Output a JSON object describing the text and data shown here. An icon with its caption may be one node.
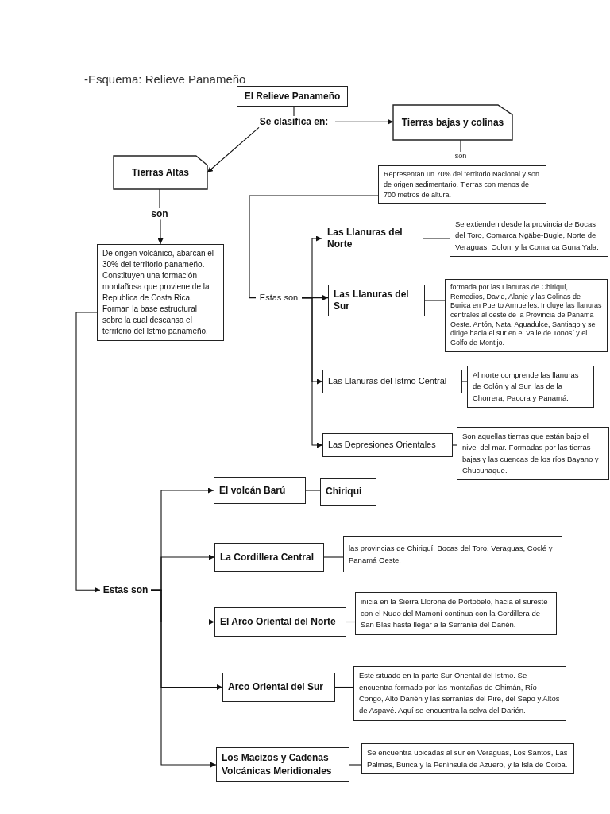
{
  "diagram": {
    "title": "-Esquema: Relieve Panameño",
    "nodes": [
      {
        "text": [
          "El Relieve Panameño"
        ]
      },
      {
        "text": [
          "Se clasifica en:"
        ]
      },
      {
        "text": [
          "Tierras bajas y colinas"
        ]
      },
      {
        "text": [
          "son"
        ]
      },
      {
        "text": [
          "Representan un 70% del territorio Nacional y son de origen sedimentario. Tierras con menos de 700 metros de altura."
        ]
      },
      {
        "text": [
          "Tierras Altas"
        ]
      },
      {
        "text": [
          "son"
        ]
      },
      {
        "text": [
          "De origen volcánico, abarcan el 30% del territorio panameño. Constituyen una formación montañosa que proviene de la Republica de Costa Rica. Forman la base estructural sobre la cual descansa el territorio del Istmo panameño."
        ]
      },
      {
        "text": [
          "Estas son"
        ]
      },
      {
        "text": [
          "Las Llanuras del Norte"
        ]
      },
      {
        "text": [
          "Se extienden desde la provincia de Bocas del Toro, Comarca Ngäbe-Bugle, Norte de Veraguas, Colon, y la Comarca Guna Yala."
        ]
      },
      {
        "text": [
          "Las Llanuras del Sur"
        ]
      },
      {
        "text": [
          "formada por las Llanuras de Chiriquí, Remedios, David, Alanje y las Colinas de Burica en Puerto Armuelles. Incluye las llanuras centrales al oeste de la Provincia de Panama Oeste. Antón, Nata, Aguadulce, Santiago y se dirige hacia el sur en el Valle de Tonosí y el Golfo de Montijo."
        ]
      },
      {
        "text": [
          "Las Llanuras del Istmo Central"
        ]
      },
      {
        "text": [
          "Al norte comprende las llanuras de Colón y al Sur, las de la Chorrera, Pacora y Panamá."
        ]
      },
      {
        "text": [
          "Las Depresiones Orientales"
        ]
      },
      {
        "text": [
          "Son aquellas tierras que están bajo el nivel del mar. Formadas por las tierras bajas y las cuencas de los ríos Bayano y Chucunaque."
        ]
      },
      {
        "text": [
          "Estas son"
        ]
      },
      {
        "text": [
          "El volcán Barú"
        ]
      },
      {
        "text": [
          "Chiriqui"
        ]
      },
      {
        "text": [
          "La Cordillera Central"
        ]
      },
      {
        "text": [
          "las provincias de Chiriquí, Bocas del Toro, Veraguas, Coclé y Panamá Oeste."
        ]
      },
      {
        "text": [
          "El Arco Oriental del Norte"
        ]
      },
      {
        "text": [
          "inicia en la Sierra Llorona de Portobelo, hacia el sureste con el Nudo del Mamoní continua con la Cordillera de San Blas hasta llegar a la Serranía del Darién."
        ]
      },
      {
        "text": [
          "Arco Oriental del Sur"
        ]
      },
      {
        "text": [
          "Este situado en la parte Sur Oriental del Istmo. Se encuentra formado por las montañas de Chimán, Río Congo, Alto Darién y las serranías del Pire, del Sapo y Altos de Aspavé. Aquí se encuentra la selva del Darién."
        ]
      },
      {
        "text": [
          "Los Macizos y Cadenas Volcánicas Meridionales"
        ]
      },
      {
        "text": [
          "Se encuentra ubicadas al sur en Veraguas, Los Santos, Las Palmas, Burica y la Península de Azuero, y la Isla de Coiba."
        ]
      }
    ],
    "edges": [
      {
        "from": 0,
        "to": 1,
        "arrow": "none"
      },
      {
        "from": 1,
        "to": 2,
        "arrow": "to"
      },
      {
        "from": 1,
        "to": 5,
        "arrow": "to"
      },
      {
        "from": 2,
        "to": 3,
        "arrow": "none"
      },
      {
        "from": 5,
        "to": 6,
        "arrow": "none"
      },
      {
        "from": 6,
        "to": 7,
        "arrow": "to"
      },
      {
        "from": 4,
        "to": 8,
        "arrow": "none"
      },
      {
        "from": 8,
        "to": 9,
        "arrow": "to"
      },
      {
        "from": 8,
        "to": 11,
        "arrow": "to"
      },
      {
        "from": 8,
        "to": 13,
        "arrow": "to"
      },
      {
        "from": 8,
        "to": 15,
        "arrow": "to"
      },
      {
        "from": 9,
        "to": 10,
        "arrow": "none"
      },
      {
        "from": 11,
        "to": 12,
        "arrow": "none"
      },
      {
        "from": 13,
        "to": 14,
        "arrow": "none"
      },
      {
        "from": 15,
        "to": 16,
        "arrow": "none"
      },
      {
        "from": 7,
        "to": 17,
        "arrow": "to"
      },
      {
        "from": 17,
        "to": 18,
        "arrow": "to"
      },
      {
        "from": 17,
        "to": 20,
        "arrow": "to"
      },
      {
        "from": 17,
        "to": 22,
        "arrow": "to"
      },
      {
        "from": 17,
        "to": 24,
        "arrow": "to"
      },
      {
        "from": 17,
        "to": 26,
        "arrow": "to"
      },
      {
        "from": 18,
        "to": 19,
        "arrow": "none"
      },
      {
        "from": 20,
        "to": 21,
        "arrow": "none"
      },
      {
        "from": 22,
        "to": 23,
        "arrow": "none"
      },
      {
        "from": 24,
        "to": 25,
        "arrow": "none"
      },
      {
        "from": 26,
        "to": 27,
        "arrow": "none"
      }
    ]
  }
}
